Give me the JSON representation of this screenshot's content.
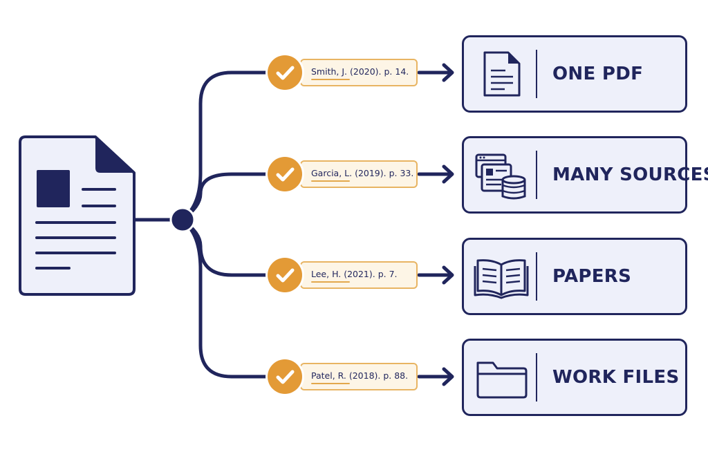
{
  "colors": {
    "navy": "#20255c",
    "orange": "#e39a36",
    "pill_fill": "#fdf5e6",
    "card_fill": "#eef0fa"
  },
  "source_document": {
    "icon": "document-icon"
  },
  "branches": [
    {
      "citation": "Smith, J. (2020). p. 14.",
      "target_label": "ONE PDF",
      "target_icon": "pdf-document-icon"
    },
    {
      "citation": "Garcia, L. (2019). p. 33.",
      "target_label": "MANY SOURCES",
      "target_icon": "browser-database-icon"
    },
    {
      "citation": "Lee, H. (2021). p. 7.",
      "target_label": "PAPERS",
      "target_icon": "open-book-icon"
    },
    {
      "citation": "Patel, R. (2018). p. 88.",
      "target_label": "WORK FILES",
      "target_icon": "folder-icon"
    }
  ]
}
